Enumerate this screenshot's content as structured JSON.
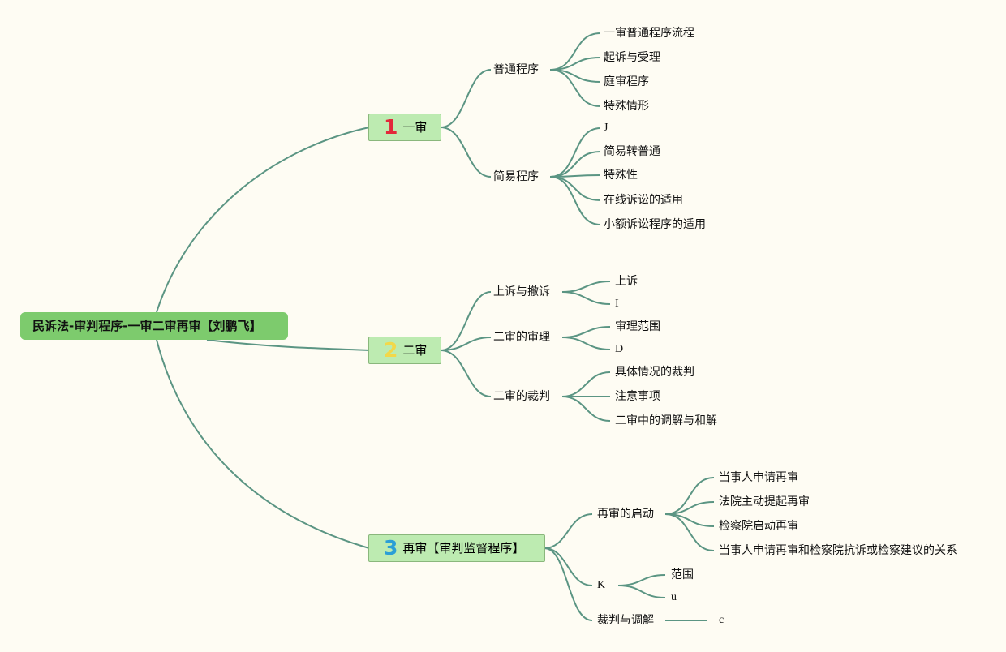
{
  "colors": {
    "background": "#fefcf3",
    "root_fill": "#7dcb6d",
    "topic_fill": "#bdebb1",
    "connector": "#5b9583"
  },
  "root": {
    "label": "民诉法-审判程序-一审二审再审【刘鹏飞】"
  },
  "topics": [
    {
      "number": "1",
      "label": "一审",
      "children": [
        {
          "label": "普通程序",
          "children": [
            "一审普通程序流程",
            "起诉与受理",
            "庭审程序",
            "特殊情形"
          ]
        },
        {
          "label": "简易程序",
          "children": [
            "J",
            "简易转普通",
            "特殊性",
            "在线诉讼的适用",
            "小额诉讼程序的适用"
          ]
        }
      ]
    },
    {
      "number": "2",
      "label": "二审",
      "children": [
        {
          "label": "上诉与撤诉",
          "children": [
            "上诉",
            "I"
          ]
        },
        {
          "label": "二审的审理",
          "children": [
            "审理范围",
            "D"
          ]
        },
        {
          "label": "二审的裁判",
          "children": [
            "具体情况的裁判",
            "注意事项",
            "二审中的调解与和解"
          ]
        }
      ]
    },
    {
      "number": "3",
      "label": "再审【审判监督程序】",
      "children": [
        {
          "label": "再审的启动",
          "children": [
            "当事人申请再审",
            "法院主动提起再审",
            "检察院启动再审",
            "当事人申请再审和检察院抗诉或检察建议的关系"
          ]
        },
        {
          "label": "K",
          "children": [
            "范围",
            "u"
          ]
        },
        {
          "label": "裁判与调解",
          "children": [
            "c"
          ]
        }
      ]
    }
  ]
}
